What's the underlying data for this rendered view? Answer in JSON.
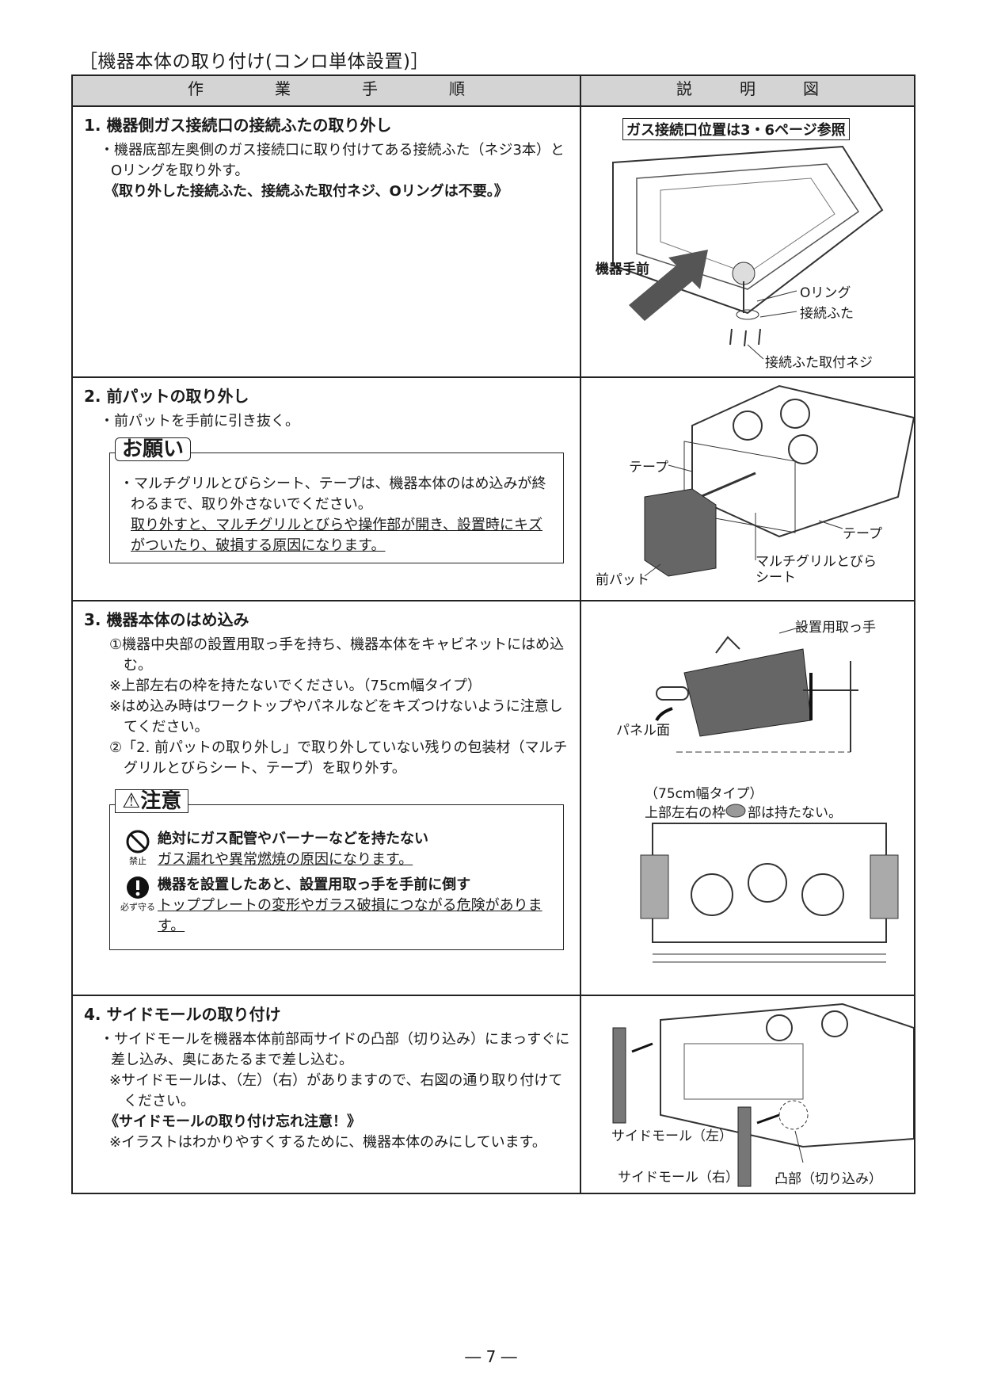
{
  "title": "［機器本体の取り付け(コンロ単体設置)］",
  "header": {
    "left": [
      "作",
      "業",
      "手",
      "順"
    ],
    "right": [
      "説",
      "明",
      "図"
    ]
  },
  "steps": [
    {
      "title": "1. 機器側ガス接続口の接続ふたの取り外し",
      "line1": "・機器底部左奥側のガス接続口に取り付けてある接続ふた（ネジ3本）とOリングを取り外す。",
      "note": "《取り外した接続ふた、接続ふた取付ネジ、Oリングは不要。》",
      "fig": {
        "box_label": "ガス接続口位置は3・6ページ参照",
        "front": "機器手前",
        "oring": "Oリング",
        "cap": "接続ふた",
        "screw": "接続ふた取付ネジ"
      }
    },
    {
      "title": "2. 前パットの取り外し",
      "line1": "・前パットを手前に引き抜く。",
      "box_tag": "お願い",
      "box_line1": "・マルチグリルとびらシート、テープは、機器本体のはめ込みが終わるまで、取り外さないでください。",
      "box_line2": "取り外すと、マルチグリルとびらや操作部が開き、設置時にキズがついたり、破損する原因になります。",
      "fig": {
        "tape1": "テープ",
        "tape2": "テープ",
        "pad": "前パット",
        "sheet": "マルチグリルとびら シート"
      }
    },
    {
      "title": "3. 機器本体のはめ込み",
      "line1": "①機器中央部の設置用取っ手を持ち、機器本体をキャビネットにはめ込む。",
      "line2": "※上部左右の枠を持たないでください。（75cm幅タイプ）",
      "line3": "※はめ込み時はワークトップやパネルなどをキズつけないように注意してください。",
      "line4": "②「2. 前パットの取り外し」で取り外していない残りの包装材（マルチグリルとびらシート、テープ）を取り外す。",
      "caution_tag": "⚠注意",
      "c1_icon": "禁止",
      "c1_bold": "絶対にガス配管やバーナーなどを持たない",
      "c1_text": "ガス漏れや異常燃焼の原因になります。",
      "c2_icon": "必ず守る",
      "c2_bold": "機器を設置したあと、設置用取っ手を手前に倒す",
      "c2_text": "トッププレートの変形やガラス破損につながる危険があります。",
      "fig": {
        "handle": "設置用取っ手",
        "panel": "パネル面",
        "type75": "（75cm幅タイプ）",
        "frame": "上部左右の枠",
        "frame2": "部は持たない。"
      }
    },
    {
      "title": "4. サイドモールの取り付け",
      "line1": "・サイドモールを機器本体前部両サイドの凸部（切り込み）にまっすぐに差し込み、奥にあたるまで差し込む。",
      "line2": "※サイドモールは、（左）（右）がありますので、右図の通り取り付けてください。",
      "note": "《サイドモールの取り付け忘れ注意！》",
      "line3": "※イラストはわかりやすくするために、機器本体のみにしています。",
      "fig": {
        "left": "サイドモール（左）",
        "right": "サイドモール（右）",
        "notch": "凸部（切り込み）"
      }
    }
  ],
  "page_number": "― 7 ―"
}
